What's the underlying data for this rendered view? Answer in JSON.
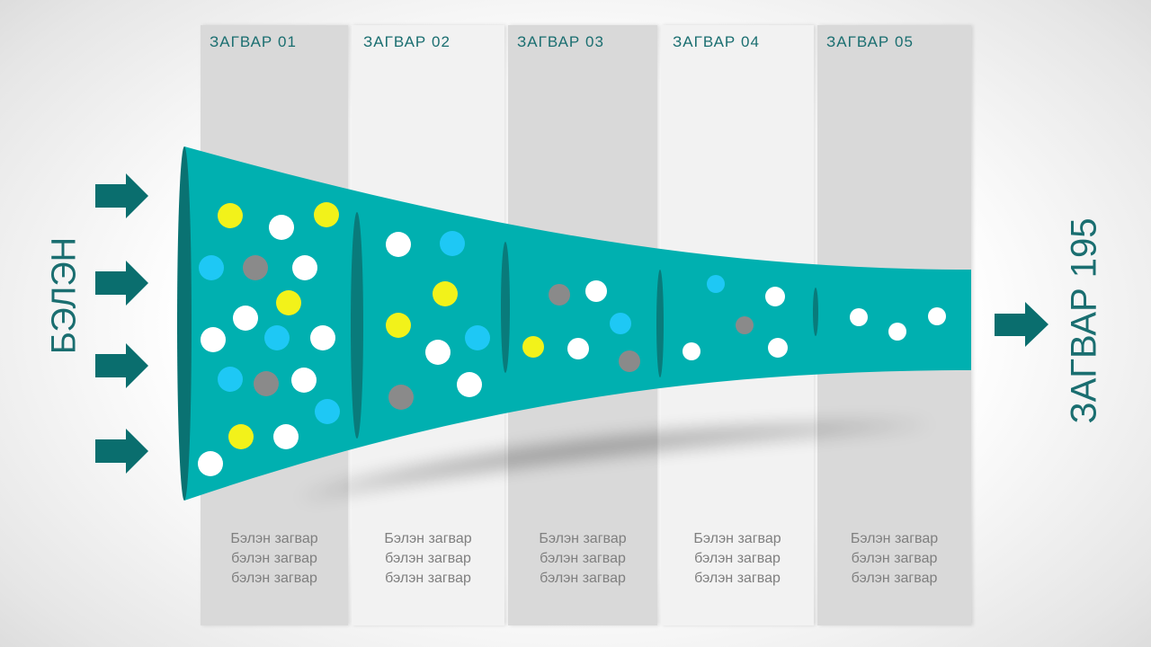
{
  "colors": {
    "funnel": "#00b0b0",
    "funnel_dark": "#0a7272",
    "arrow": "#0a6e6e",
    "title": "#1a6e70",
    "desc": "#7f7f7f",
    "dot_yellow": "#f2f21a",
    "dot_white": "#ffffff",
    "dot_blue": "#1ec8f5",
    "dot_gray": "#8a8a8a"
  },
  "input_label": "БЭЛЭН",
  "output_label": "ЗАГВАР 195",
  "stages": [
    {
      "title": "ЗАГВАР  01",
      "desc": [
        "Бэлэн загвар",
        "бэлэн загвар",
        "бэлэн загвар"
      ]
    },
    {
      "title": "ЗАГВАР  02",
      "desc": [
        "Бэлэн загвар",
        "бэлэн загвар",
        "бэлэн загвар"
      ]
    },
    {
      "title": "ЗАГВАР  03",
      "desc": [
        "Бэлэн загвар",
        "бэлэн загвар",
        "бэлэн загвар"
      ]
    },
    {
      "title": "ЗАГВАР  04",
      "desc": [
        "Бэлэн загвар",
        "бэлэн загвар",
        "бэлэн загвар"
      ]
    },
    {
      "title": "ЗАГВАР  05",
      "desc": [
        "Бэлэн загвар",
        "бэлэн загвар",
        "бэлэн загвар"
      ]
    }
  ],
  "icons": {
    "input_arrows": [
      "arrow-right-icon",
      "arrow-right-icon",
      "arrow-right-icon",
      "arrow-right-icon"
    ],
    "output_arrow": "arrow-right-icon"
  }
}
